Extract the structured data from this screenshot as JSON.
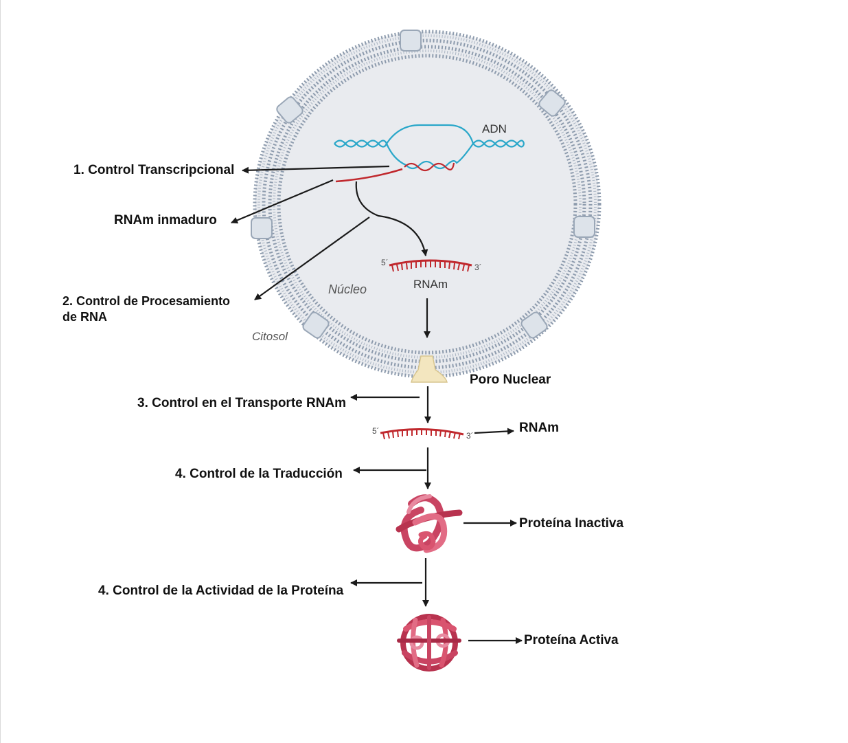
{
  "labels": {
    "adn": "ADN",
    "control_transcripcional": "1. Control Transcripcional",
    "rnam_inmaduro": "RNAm inmaduro",
    "control_procesamiento": "2. Control de Procesamiento\nde RNA",
    "nucleo": "Núcleo",
    "rnam_nucleus": "RNAm",
    "citosol": "Citosol",
    "poro_nuclear": "Poro Nuclear",
    "control_transporte": "3. Control en el Transporte RNAm",
    "rnam_cytosol": "RNAm",
    "control_traduccion": "4. Control de la Traducción",
    "proteina_inactiva": "Proteína Inactiva",
    "control_actividad": "4. Control de la Actividad de la Proteína",
    "proteina_activa": "Proteína Activa",
    "five_prime_1": "5´",
    "three_prime_1": "3´",
    "five_prime_2": "5´",
    "three_prime_2": "3´"
  },
  "colors": {
    "nucleus_fill": "#e9ebef",
    "membrane": "#8d9bad",
    "dna_blue": "#2aa7c9",
    "rna_red": "#c0282d",
    "protein": "#d9546f",
    "pore": "#f3e6bf",
    "arrow": "#1a1a1a"
  }
}
